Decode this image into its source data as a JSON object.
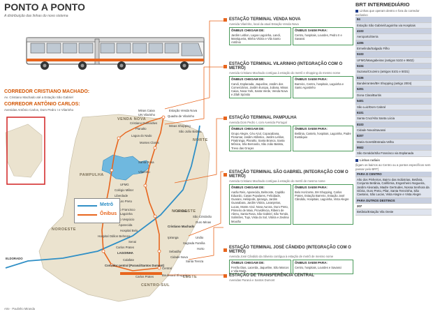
{
  "header": {
    "title": "PONTO A PONTO",
    "subtitle": "A distribuição das linhas do novo sistema"
  },
  "corridors": {
    "cristiano_title": "CORREDOR CRISTIANO MACHADO:",
    "cristiano_sub": "Av. Cristiano Machado até a Estação São Gabriel",
    "antonio_title": "CORREDOR ANTÔNIO CARLOS:",
    "antonio_sub": "Avenidas Antônio Carlos, Dom Pedro I e Vilarinho"
  },
  "regions": {
    "venda_nova": "VENDA NOVA",
    "norte": "NORTE",
    "pampulha": "PAMPULHA",
    "nordeste": "NORDESTE",
    "noroeste": "NOROESTE",
    "leste": "LESTE",
    "centro_sul": "CENTRO-SUL"
  },
  "stations_left": [
    "Minas Caixa",
    "UN Vilarinho",
    "Cristiano Guimarães",
    "Planalto",
    "Lagoa do Nado",
    "Montes Claros",
    "Santa Rosa",
    "Vilarinho",
    "UFMG",
    "Colégio Militer",
    "Liberdade",
    "Ouro Preto",
    "São Francisco",
    "Lagoinha",
    "Américo Vespúcio",
    "Aparecida",
    "Hospital Belo",
    "Hospital Odilon Behrens",
    "Senai",
    "Carlos Prates",
    "LAGOINHA",
    "Calafate",
    "Corredor central"
  ],
  "stations_right": [
    "Estação Venda Nova",
    "Quadra de Vilarinho",
    "Minas Shopping",
    "São João Batista",
    "1º de Maio",
    "São Cristóvão",
    "Ouro Minas",
    "Cristiano Machado",
    "Ipiranga",
    "Sagrada Família",
    "Sebadão",
    "Cidade Nova",
    "União",
    "Horto",
    "Santa Tereza",
    "Central",
    "Boulevard Shopping",
    "Carlos Prates"
  ],
  "map_labels": {
    "eldorado": "ELDORADO",
    "central": "Central",
    "corridor_central": "Corredor central (Paraná/Santos Dumont)"
  },
  "legend": {
    "metro": "Metrô",
    "onibus": "Ônibus"
  },
  "terminals": [
    {
      "title": "ESTAÇÃO TERMINAL VENDA NOVA",
      "sub": "Avenida Vilarinho, local da atual Estação Venda Nova",
      "arrive_h": "ÔNIBUS CHEGAM DE:",
      "arrive": "Jardim Leblon, Lagoa Lagoinha, Landi, Mantiqueira, Minha Vitória e Vila Santo Antônio",
      "leave_h": "ÔNIBUS SAEM PARA:",
      "leave": "Centro, hospitais, Lourdes, Pedro II e Savassi"
    },
    {
      "title": "ESTAÇÃO TERMINAL VILARINHO (INTEGRAÇÃO COM O METRÔ)",
      "sub": "Avenida Cristiano Machado contígua à estação do metrô e shopping do mesmo nome",
      "arrive_h": "ÔNIBUS CHEGAM DE:",
      "arrive": "Candi, Esplanada, Jaqueline, Jardim dos Comerciários, Jardim Europa, Juliana, Minas Caixa, Nova York, Santa Verde, Venda Nova e Zilah Spósito",
      "leave_h": "ÔNIBUS SAEM PARA:",
      "leave": "Barreiro, Centro, hospitais, Lagoinha e Santo Agostinho"
    },
    {
      "title": "ESTAÇÃO TERMINAL PAMPULHA",
      "sub": "Avenida Dom Pedro I, com Avenida Portugal",
      "arrive_h": "ÔNIBUS CHEGAM DE:",
      "arrive": "Grupo Alegre, Céu Azul, Copacabana, Floramar, Jardim Atlântico, Jardim Leblon, Piratininga, Planalto, Santa Branca, Santa Mônica, São Bernardo, São João Batista, Trevo das Graças",
      "leave_h": "ÔNIBUS SAEM PARA:",
      "leave": "Betânia, Castelo, hospitais, Lagoinha, Padre Eustáquio"
    },
    {
      "title": "ESTAÇÃO TERMINAL SÃO GABRIEL (INTEGRAÇÃO COM O METRÔ)",
      "sub": "Avenida Cristiano Machado contígua à estação do metrô de mesmo nome",
      "arrive_h": "ÔNIBUS CHEGAM DE:",
      "arrive": "Aarão Reis, Aparecida, Belmonte, Capitão Eduardo, Casas Populares, Felicidade, Guarani, Heliópolis, Ipiranga, Jardim Guanabara, Jardim Vitória, Laranjeiras, Lucas, Monte Azul, Nova Aurora, Ouro Preto, Primeiro de Maio, Providência, Ribeiro de Abreu, Santa Rosa, São Gabriel, São Tomás, Solimões, Tupi, Vista do Sol, Vitória e Zeolina Mourão",
      "leave_h": "ÔNIBUS SAEM PARA:",
      "leave": "Belo Horizonte, BH Shopping, Carlos Prates, Estação Barreiro, Estação José Cândido, Hospitais, Lagoinha, Vista Alegre"
    },
    {
      "title": "ESTAÇÃO TERMINAL JOSÉ CÂNDIDO (INTEGRAÇÃO COM O METRÔ)",
      "sub": "Avenida José Cândido da Silveira contígua à estação de metrô de mesmo nome",
      "arrive_h": "ÔNIBUS CHEGAM DE:",
      "arrive": "Ferrão Dias, Lacerda, Jaqueline, São Marcos e Vila Maria",
      "leave_h": "ÔNIBUS SAEM PARA:",
      "leave": "Centro, hospitais, Lourdes e Savassi"
    },
    {
      "title": "ESTAÇÃO DE TRANSFERÊNCIA CENTRAL",
      "sub": "Avenidas Paraná e Santos Dumont"
    }
  ],
  "brt": {
    "heading": "BRT INTERMEDIÁRIO",
    "sub1": "Linhas que operam dentro e fora do corredor exclusivo",
    "rows": [
      {
        "code": "84",
        "name": "Estação São Gabriel/Lagoinha via Hospitais"
      },
      {
        "code": "4103",
        "name": "Aeroporto/Serra"
      },
      {
        "code": "4205",
        "name": "Ermelinda/Salgado Filho"
      },
      {
        "code": "5103",
        "name": "UFMG/Mangabeiras (antigos 5102 e 9502)"
      },
      {
        "code": "5104",
        "name": "Suzana/Cruzeiro (antigos 5101 e 5031)"
      },
      {
        "code": "5106",
        "name": "Bandeirantes/BH Shopping (antigo 2004)"
      },
      {
        "code": "5201",
        "name": "Dona Clara/Buritis"
      },
      {
        "code": "5401",
        "name": "São Luiz/Dom Cabral"
      },
      {
        "code": "6101",
        "name": "Santa Cruz/Alto Santa Lúcia"
      },
      {
        "code": "8103",
        "name": "Cidade Nova/Savassi"
      },
      {
        "code": "8207",
        "name": "Maria Goretti/Estrada Velha"
      },
      {
        "code": "9502",
        "name": "São Geraldo/São Francisco via Esplanada"
      }
    ],
    "sub2": "Linhas radiais",
    "sub2_text": "(ligam os bairros ao Centro ou a pontos específicos sem passar pelo BRT)",
    "para_centro_h": "PARA O CENTRO",
    "para_centro": "Alto dos Pinheiros, Bairro das Indústrias, Betânia, Conjunto Betânia, Califórnia, Engenheiro Nogueira, Jardim Alvorada, Madre Gertrudes, Nossa Senhora da Glória, Ouro Preto, Pilar, Santa Terezinha, São Caetano, São Lucas, Vista Alegre e Vista Alegre",
    "outros_h": "PARA OUTROS DESTINOS",
    "outros_code": "207",
    "outros": "Betânia/Estação Vila Oeste"
  },
  "credit": "Arte · Paulinho Miranda",
  "colors": {
    "orange": "#e8651d",
    "metro_blue": "#2f8fc6",
    "green_box": "#4a9a5a",
    "land": "#ebe3cf"
  }
}
